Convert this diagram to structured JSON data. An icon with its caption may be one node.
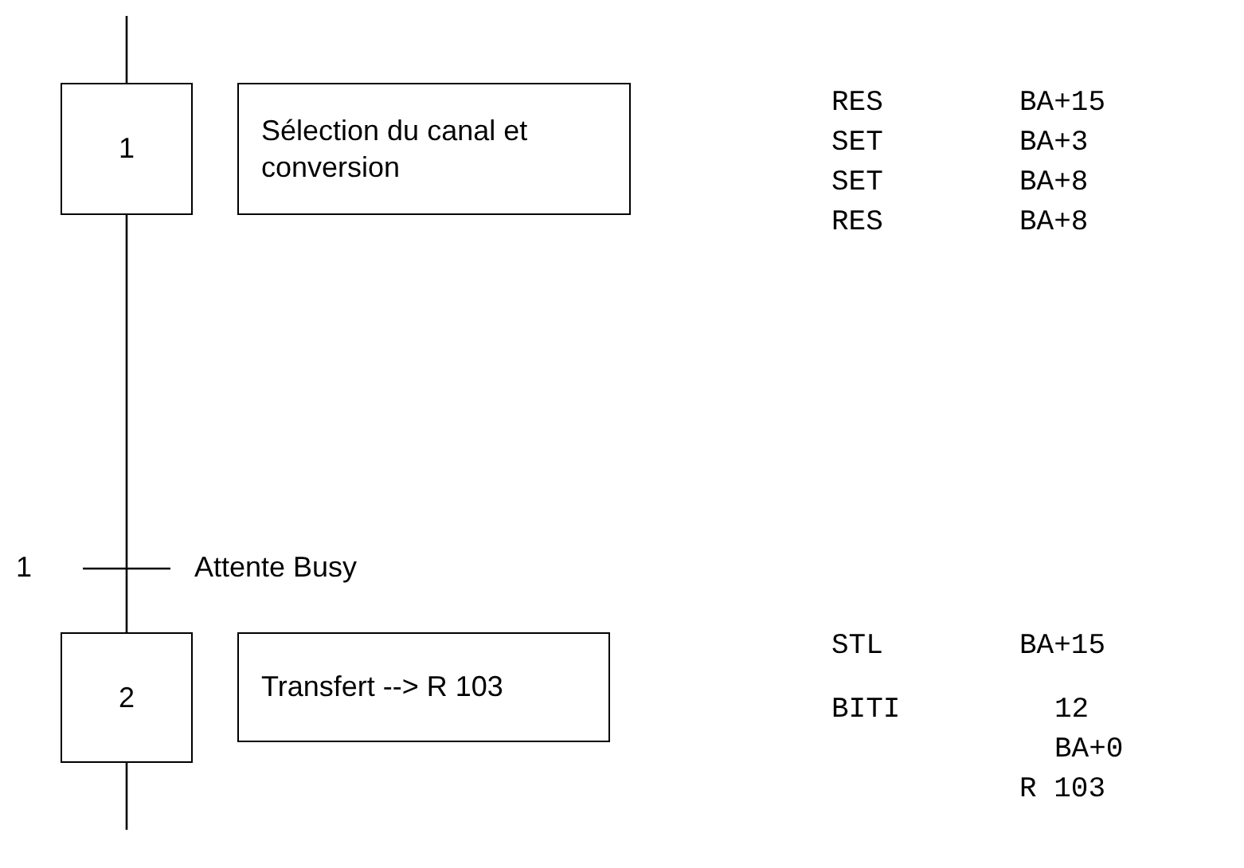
{
  "diagram": {
    "nodes": [
      {
        "text": [
          "1"
        ]
      },
      {
        "text": [
          "Sélection du canal et conversion"
        ]
      },
      {
        "text": [
          "2"
        ]
      },
      {
        "text": [
          "Transfert --> R 103"
        ]
      }
    ],
    "edges": [
      {
        "from": null,
        "to": 0,
        "arrow": "none"
      },
      {
        "from": 0,
        "to": 2,
        "arrow": "none"
      },
      {
        "from": 2,
        "to": null,
        "arrow": "none"
      }
    ],
    "labels": [
      "1",
      "Attente Busy",
      "RES",
      "BA+15",
      "SET",
      "BA+3",
      "SET",
      "BA+8",
      "RES",
      "BA+8",
      "STL",
      "BA+15",
      "BITI",
      "12",
      "BA+0",
      "R 103"
    ]
  }
}
